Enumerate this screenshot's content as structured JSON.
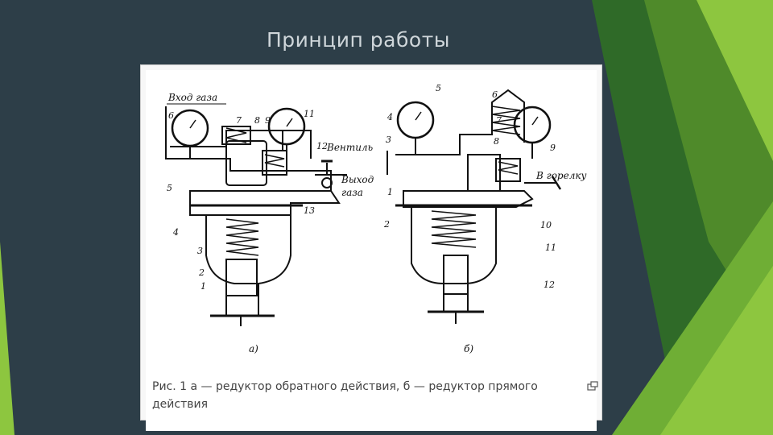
{
  "slide": {
    "title": "Принцип работы"
  },
  "figure": {
    "caption": "Рис. 1 а — редуктор обратного действия, б — редуктор прямого действия",
    "diagram_a": {
      "sublabel": "а)",
      "gas_inlet": "Вход газа",
      "valve": "Вентиль",
      "gas_outlet_1": "Выход",
      "gas_outlet_2": "газа",
      "part_numbers": [
        "1",
        "2",
        "3",
        "4",
        "5",
        "6",
        "7",
        "8",
        "9",
        "11",
        "12",
        "13"
      ]
    },
    "diagram_b": {
      "sublabel": "б)",
      "to_burner": "В горелку",
      "part_numbers": [
        "1",
        "2",
        "3",
        "4",
        "5",
        "6",
        "7",
        "8",
        "9",
        "10",
        "11",
        "12"
      ]
    }
  },
  "colors": {
    "background": "#2d3e48",
    "accent_green_light": "#8dc63f",
    "accent_green_mid": "#4f8a2a",
    "accent_green_dark": "#2f6a28",
    "title": "#cfd6da"
  },
  "icons": {
    "expand": "magnify-icon"
  }
}
